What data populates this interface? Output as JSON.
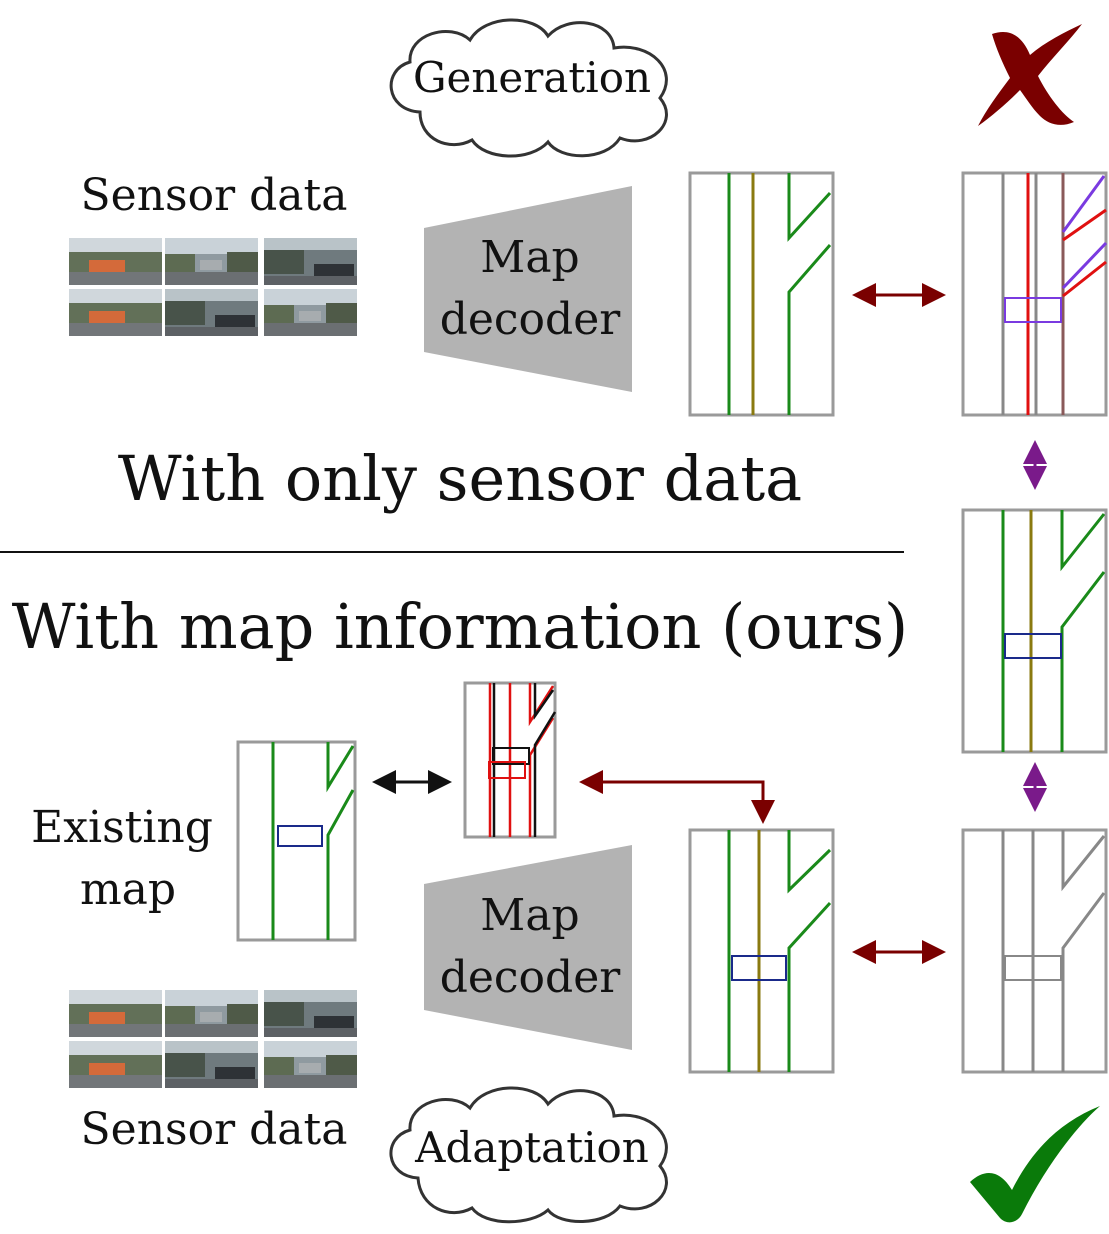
{
  "top": {
    "cloud_label": "Generation",
    "sensor_label": "Sensor data",
    "decoder_label_line1": "Map",
    "decoder_label_line2": "decoder",
    "section_title": "With only sensor data"
  },
  "bottom": {
    "section_title": "With map information (ours)",
    "existing_map_line1": "Existing",
    "existing_map_line2": "map",
    "decoder_label_line1": "Map",
    "decoder_label_line2": "decoder",
    "sensor_label": "Sensor data",
    "cloud_label": "Adaptation"
  },
  "symbols": {
    "fail": "cross-mark",
    "success": "check-mark"
  },
  "colors": {
    "lane_green": "#1a8a1a",
    "lane_olive": "#8a7a10",
    "arrow_darkred": "#7a0000",
    "arrow_purple": "#7a1a8a",
    "cross_red": "#7a0000",
    "check_green": "#0a7a0a",
    "decoder_gray": "#b3b3b3",
    "frame_gray": "#9a9a9a"
  }
}
